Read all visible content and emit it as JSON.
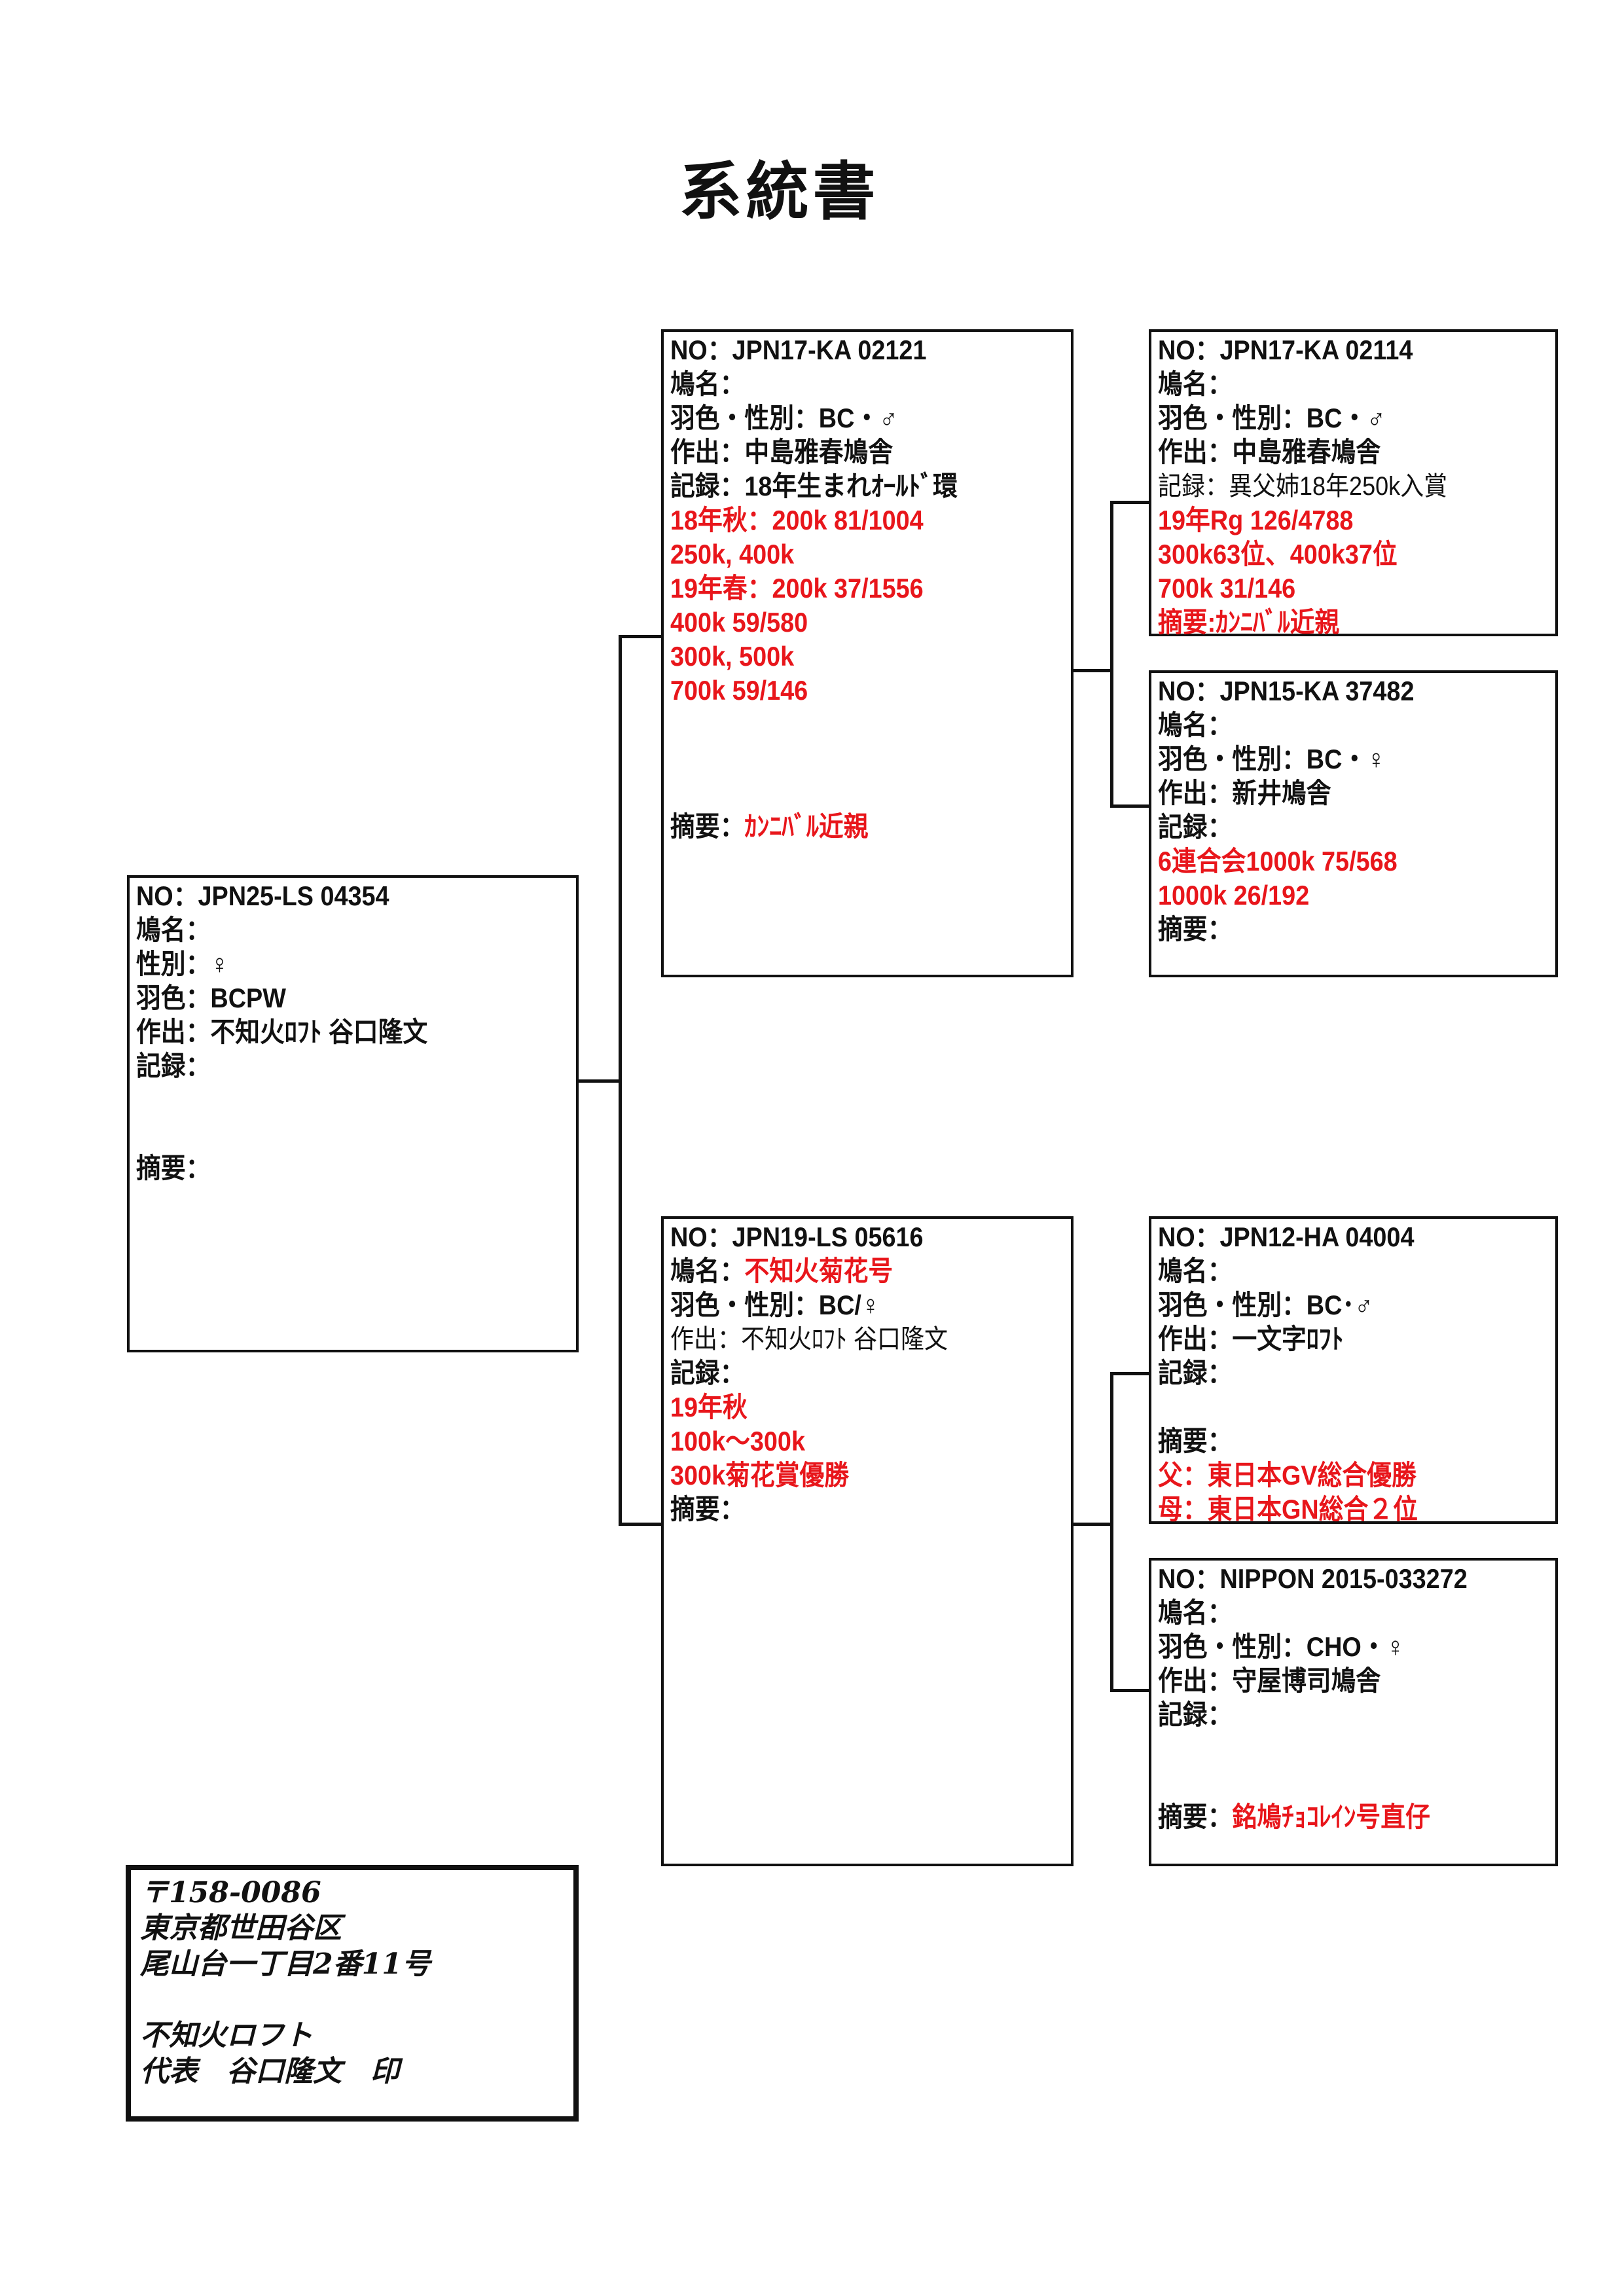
{
  "title": "系統書",
  "subject": {
    "no": "NO：JPN25-LS 04354",
    "name_label": "鳩名：",
    "sex": "性別：♀",
    "color": "羽色：BCPW",
    "breeder": "作出：不知火ﾛﾌﾄ 谷口隆文",
    "record_label": "記録：",
    "summary_label": "摘要："
  },
  "sire": {
    "no": "NO：JPN17-KA 02121",
    "name_label": "鳩名：",
    "color_sex": "羽色・性別：BC・♂",
    "breeder": "作出：中島雅春鳩舎",
    "record": "記録：18年生まれｵｰﾙﾄﾞ環",
    "results": [
      "18年秋：200k 81/1004",
      "250k, 400k",
      "19年春：200k 37/1556",
      "400k 59/580",
      "300k, 500k",
      "700k 59/146"
    ],
    "summary_label": "摘要：",
    "summary": "ｶﾝﾆﾊﾞﾙ近親"
  },
  "sire_sire": {
    "no": "NO：JPN17-KA 02114",
    "name_label": "鳩名：",
    "color_sex": "羽色・性別：BC・♂",
    "breeder": "作出：中島雅春鳩舎",
    "record": "記録：異父姉18年250k入賞",
    "results": [
      "19年Rg 126/4788",
      "300k63位、400k37位",
      "700k 31/146"
    ],
    "summary": "摘要:ｶﾝﾆﾊﾞﾙ近親"
  },
  "sire_dam": {
    "no": "NO：JPN15-KA 37482",
    "name_label": "鳩名：",
    "color_sex": "羽色・性別：BC・♀",
    "breeder": "作出：新井鳩舎",
    "record_label": "記録：",
    "results": [
      "6連合会1000k 75/568",
      "1000k 26/192"
    ],
    "summary_label": "摘要："
  },
  "dam": {
    "no": "NO：JPN19-LS 05616",
    "name_label": "鳩名：",
    "name": "不知火菊花号",
    "color_sex": "羽色・性別：BC/♀",
    "breeder": "作出：不知火ﾛﾌﾄ 谷口隆文",
    "record_label": "記録：",
    "results": [
      "19年秋",
      "100k～300k",
      "300k菊花賞優勝"
    ],
    "summary_label": "摘要："
  },
  "dam_sire": {
    "no": "NO：JPN12-HA 04004",
    "name_label": "鳩名：",
    "color_sex": "羽色・性別：BC･♂",
    "breeder": "作出：一文字ﾛﾌﾄ",
    "record_label": "記録：",
    "summary_label": "摘要：",
    "notes": [
      "父：東日本GV総合優勝",
      "母：東日本GN総合２位"
    ]
  },
  "dam_dam": {
    "no": "NO：NIPPON 2015-033272",
    "name_label": "鳩名：",
    "color_sex": "羽色・性別：CHO・♀",
    "breeder": "作出：守屋博司鳩舎",
    "record_label": "記録：",
    "summary_label": "摘要：",
    "summary": "銘鳩ﾁｮｺﾚｲﾝ号直仔"
  },
  "address": {
    "postal": "〒158-0086",
    "line1": "東京都世田谷区",
    "line2": "尾山台一丁目2番11号",
    "loft": "不知火ロフト",
    "representative": "代表　谷口隆文　印"
  },
  "colors": {
    "red": "#e8161b",
    "ink": "#111111"
  }
}
